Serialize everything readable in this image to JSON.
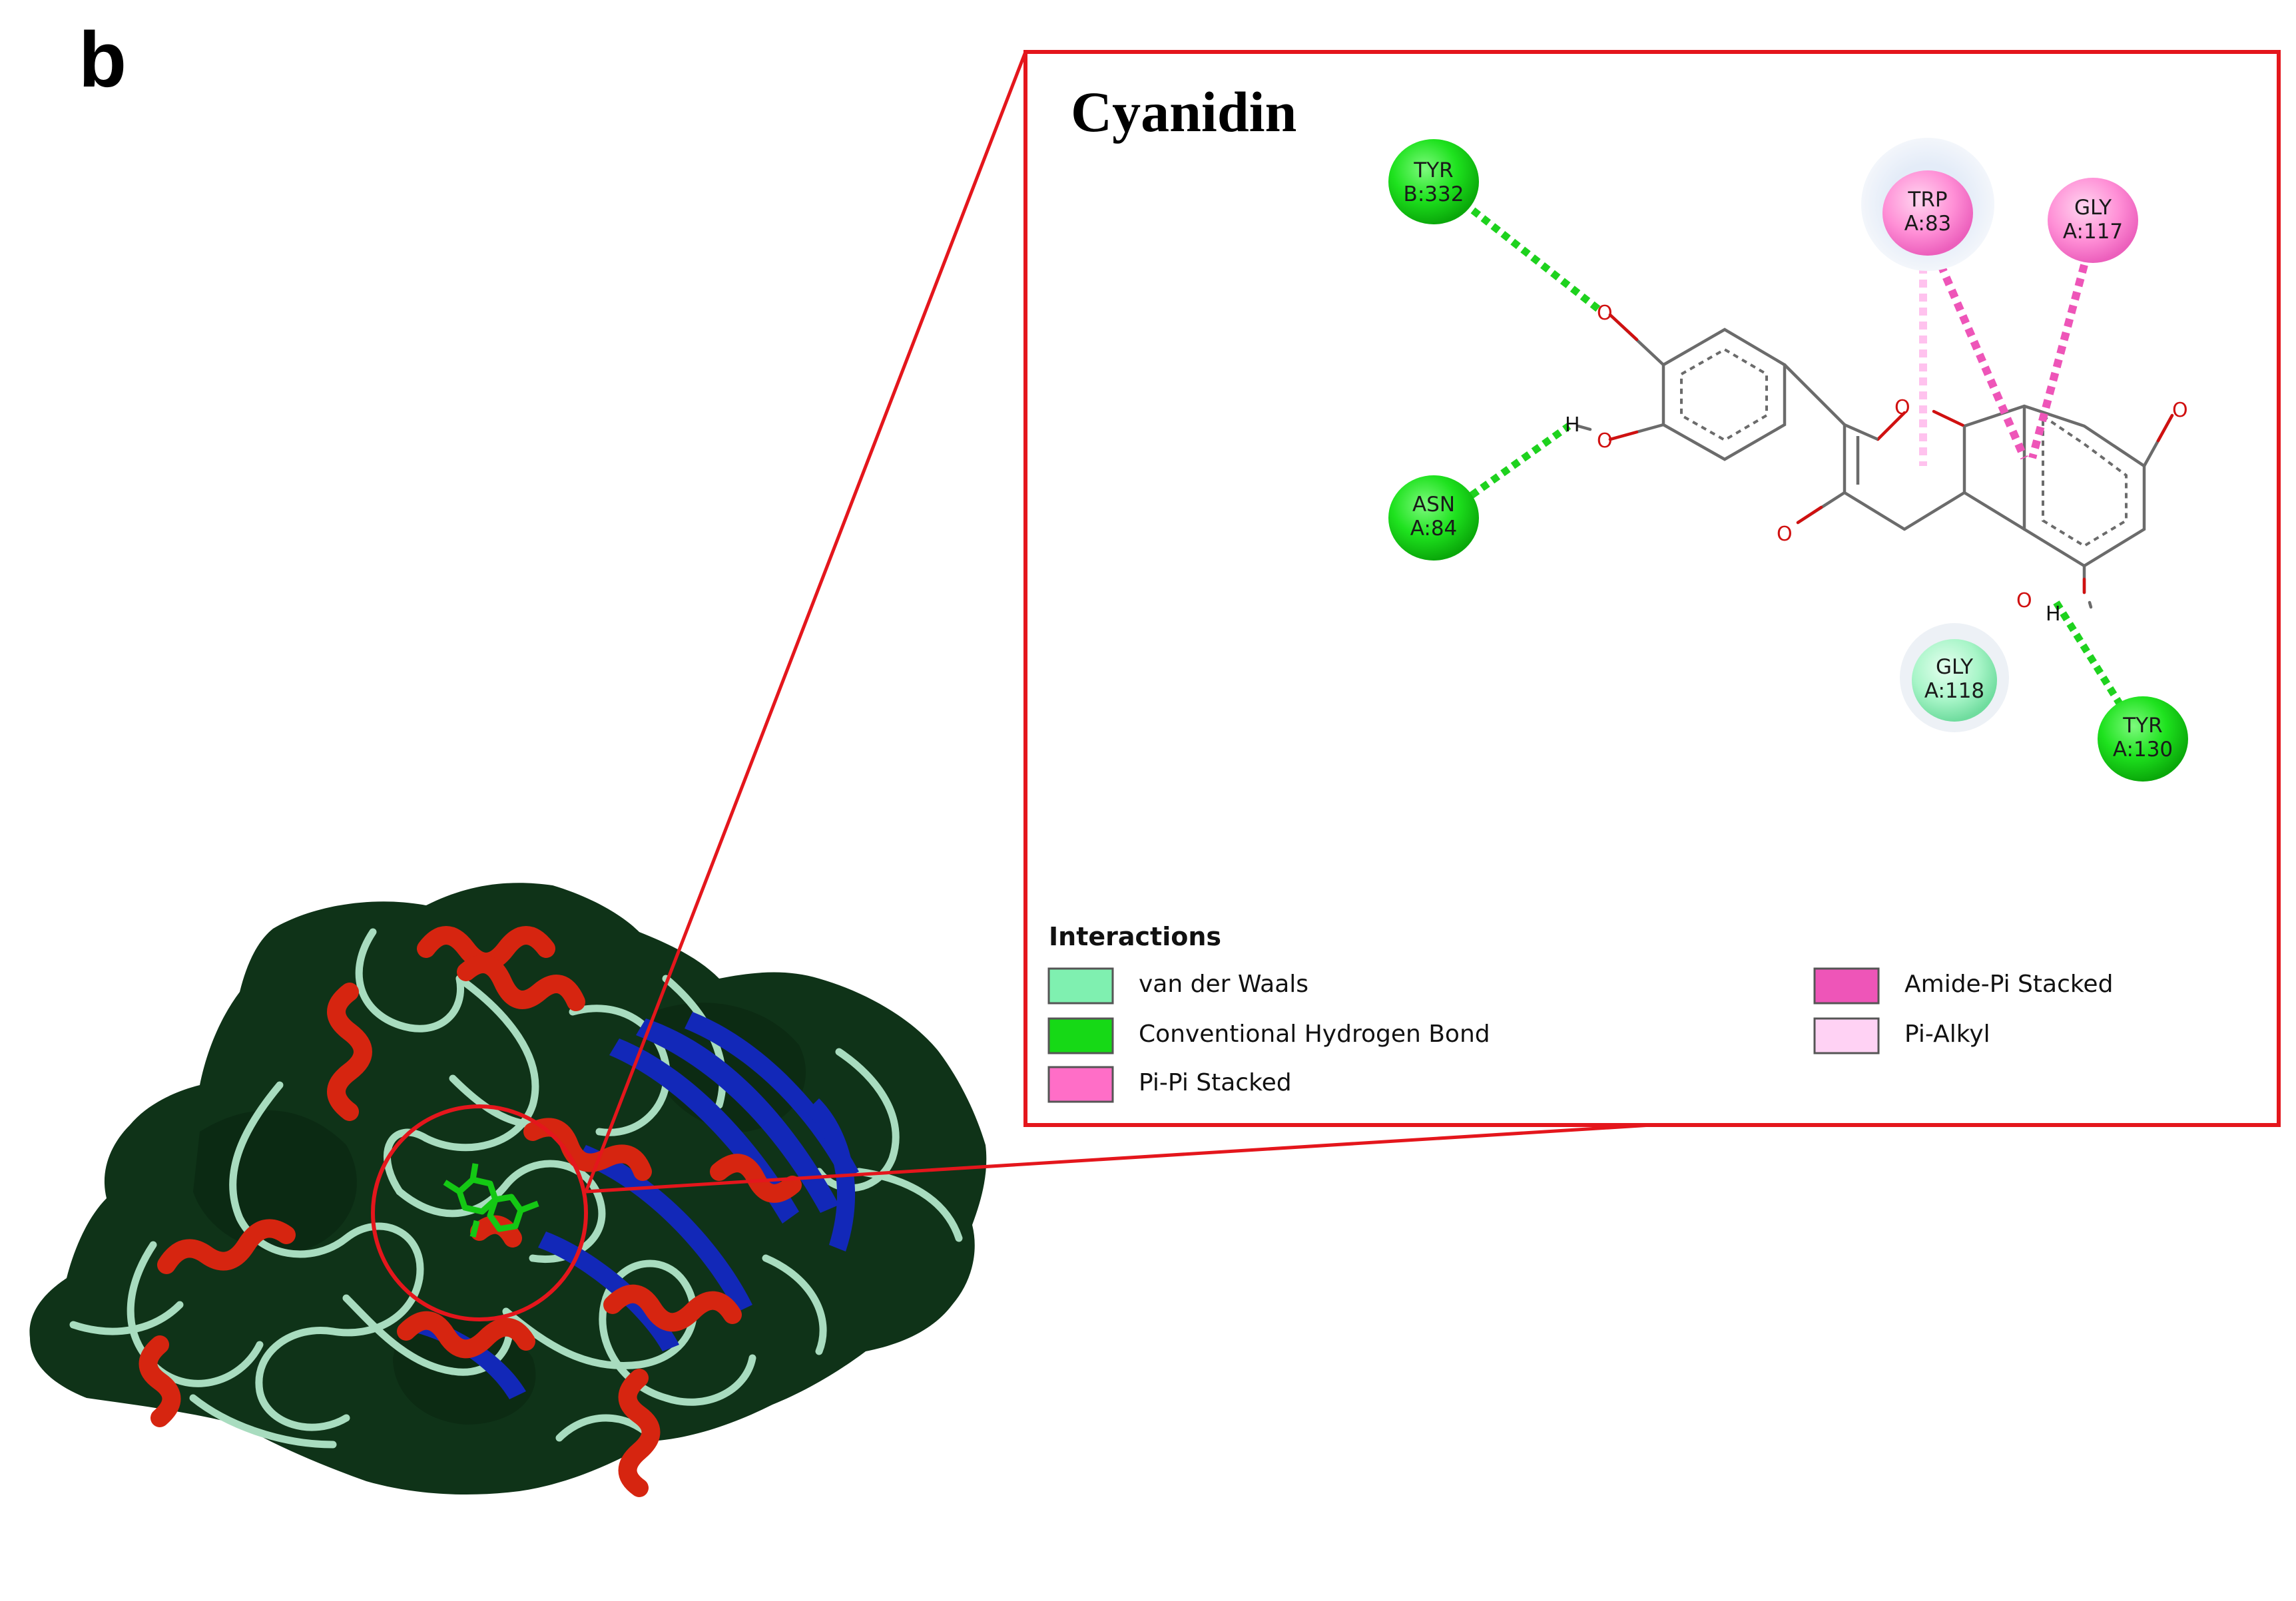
{
  "panel_label": "b",
  "ligand_name": "Cyanidin",
  "residues": [
    {
      "name": "TYR",
      "id": "B:332",
      "interaction": "Conventional Hydrogen Bond"
    },
    {
      "name": "ASN",
      "id": "A:84",
      "interaction": "Conventional Hydrogen Bond"
    },
    {
      "name": "TRP",
      "id": "A:83",
      "interaction": "Pi-Pi Stacked"
    },
    {
      "name": "GLY",
      "id": "A:117",
      "interaction": "Amide-Pi Stacked"
    },
    {
      "name": "GLY",
      "id": "A:118",
      "interaction": "van der Waals"
    },
    {
      "name": "TYR",
      "id": "A:130",
      "interaction": "Conventional Hydrogen Bond"
    }
  ],
  "atom_labels": {
    "oxygen": "O",
    "hydrogen": "H"
  },
  "legend": {
    "title": "Interactions",
    "items": [
      {
        "label": "van der Waals",
        "color": "#7ff0b0"
      },
      {
        "label": "Conventional Hydrogen Bond",
        "color": "#16d916"
      },
      {
        "label": "Pi-Pi Stacked",
        "color": "#ff6ec7"
      },
      {
        "label": "Amide-Pi Stacked",
        "color": "#ee55b8"
      },
      {
        "label": "Pi-Alkyl",
        "color": "#ffd2f4"
      }
    ]
  },
  "colors": {
    "frame": "#e4161c",
    "surface": "#0f3318",
    "coil": "#a8dcbf",
    "helix": "#d62510",
    "sheet": "#1228b8",
    "ligand": "#14c814",
    "bond": "#6b6b6b",
    "oxygen": "#d01010"
  }
}
